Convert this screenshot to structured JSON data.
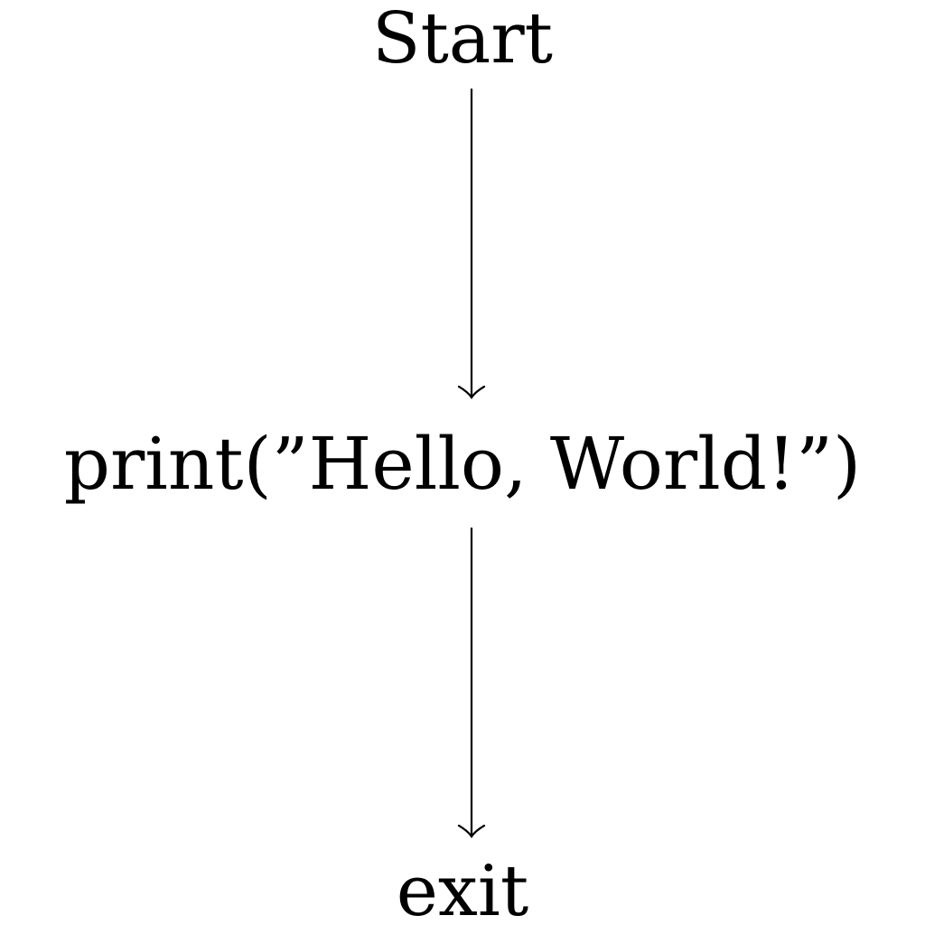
{
  "flowchart": {
    "nodes": [
      {
        "id": "start",
        "label": "Start"
      },
      {
        "id": "print",
        "label": "print(”Hello, World!”)"
      },
      {
        "id": "exit",
        "label": "exit"
      }
    ],
    "edges": [
      {
        "from": "start",
        "to": "print"
      },
      {
        "from": "print",
        "to": "exit"
      }
    ],
    "colors": {
      "ink": "#000000",
      "background": "#ffffff"
    }
  }
}
